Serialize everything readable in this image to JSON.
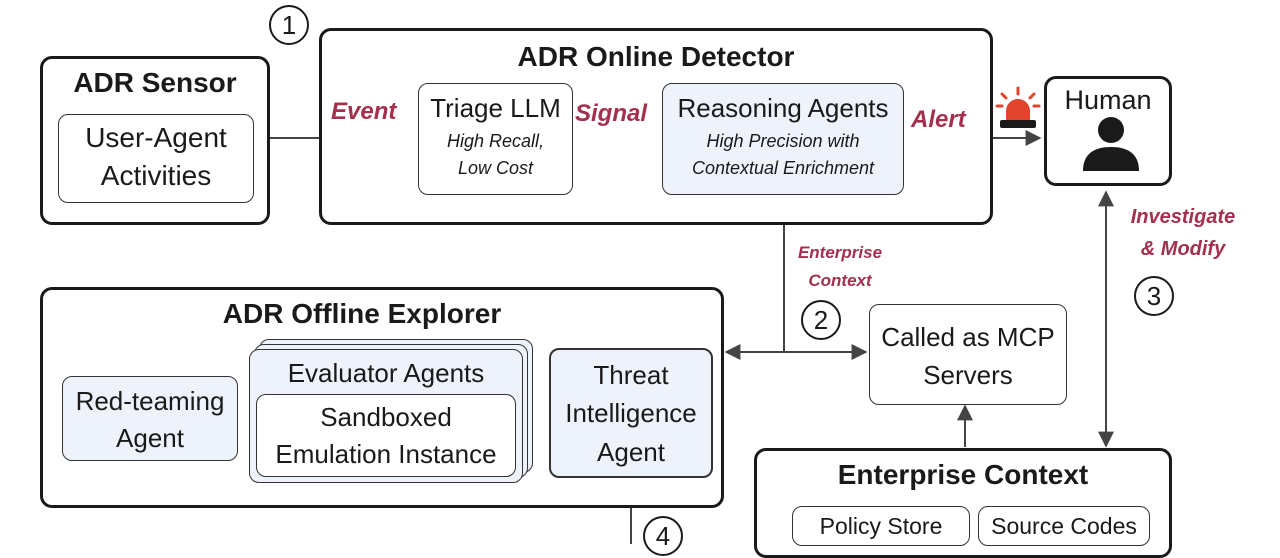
{
  "steps": [
    "1",
    "2",
    "3",
    "4"
  ],
  "online_detector": {
    "title": "ADR Online Detector",
    "triage": {
      "title": "Triage LLM",
      "line1": "High Recall,",
      "line2": "Low Cost"
    },
    "reasoning": {
      "title": "Reasoning Agents",
      "line1": "High Precision with",
      "line2": "Contextual Enrichment"
    }
  },
  "sensor": {
    "title": "ADR Sensor",
    "line1": "User-Agent",
    "line2": "Activities"
  },
  "human": {
    "title": "Human"
  },
  "edges": {
    "event": "Event",
    "signal": "Signal",
    "alert": "Alert",
    "investigate1": "Investigate",
    "investigate2": "& Modify",
    "context1": "Enterprise",
    "context2": "Context"
  },
  "offline_explorer": {
    "title": "ADR Offline Explorer",
    "red_team": {
      "line1": "Red-teaming",
      "line2": "Agent"
    },
    "evaluator": {
      "title": "Evaluator Agents",
      "line1": "Sandboxed",
      "line2": "Emulation Instance"
    },
    "threat": {
      "line1": "Threat",
      "line2": "Intelligence",
      "line3": "Agent"
    }
  },
  "mcp": {
    "line1": "Called as MCP",
    "line2": "Servers"
  },
  "enterprise": {
    "title": "Enterprise Context",
    "items": [
      "Policy Store",
      "Source Codes"
    ]
  },
  "colors": {
    "accent": "#a3304d",
    "tint": "#eef3fb",
    "stroke": "#1a1a1a",
    "alarm": "#e2452d"
  },
  "icons": [
    "alarm-siren-icon",
    "person-icon"
  ]
}
